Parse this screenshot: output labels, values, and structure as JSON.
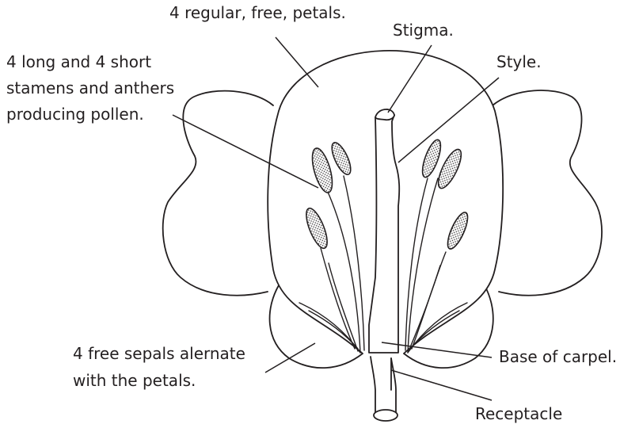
{
  "labels": {
    "petals": "4 regular, free, petals.",
    "stigma": "Stigma.",
    "style": "Style.",
    "stamens_line1": "4 long and 4 short",
    "stamens_line2": "stamens and anthers",
    "stamens_line3": "producing pollen.",
    "sepals_line1": "4 free sepals alernate",
    "sepals_line2": "with the petals.",
    "base_of_carpel": "Base of carpel.",
    "receptacle": "Receptacle"
  }
}
